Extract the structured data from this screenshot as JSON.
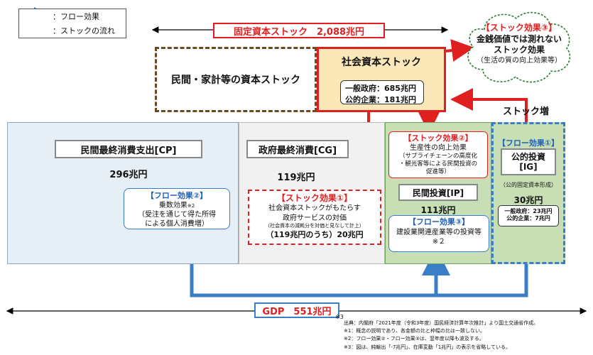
{
  "legend": {
    "flow_label": "：フロー効果",
    "stock_label": "：ストックの流れ"
  },
  "header": {
    "fixed_capital": "固定資本ストック　2,088兆円"
  },
  "private_stock": "民間・家計等の資本ストック",
  "social_stock": {
    "title": "社会資本ストック",
    "line1": "一般政府：685兆円",
    "line2": "公的企業：181兆円"
  },
  "stock3": {
    "title": "【ストック効果③】",
    "line1": "金銭価値では測れない",
    "line2": "ストック効果",
    "line3": "（生活の質の向上効果等）"
  },
  "stock_increase": "ストック増",
  "cp": {
    "title": "民間最終消費支出[CP]",
    "value": "296兆円",
    "flow2_title": "【フロー効果②】",
    "flow2_line1": "乗数効果",
    "flow2_note": "※2",
    "flow2_line2": "（受注を通じて得た所得",
    "flow2_line3": "による個人消費増）"
  },
  "cg": {
    "title": "政府最終消費[CG]",
    "value": "119兆円",
    "stock1_title": "【ストック効果①】",
    "stock1_line1": "社会資本ストックがもたらす",
    "stock1_line2": "政府サービスの対価",
    "stock1_line3": "（社会資本の減耗分を対価と見なして計上）",
    "stock1_line4": "（119兆円のうち）20兆円"
  },
  "ip": {
    "stock2_title": "【ストック効果②】",
    "stock2_line1": "生産性の向上効果",
    "stock2_line2": "（サプライチェーンの高度化",
    "stock2_line3": "・観光客等による民間投資の",
    "stock2_line4": "促進等）",
    "title": "民間投資[IP]",
    "value": "111兆円",
    "flow3_title": "【フロー効果③】",
    "flow3_line1": "建設業関連産業等の投資等",
    "flow3_note": "※２"
  },
  "ig": {
    "flow1_title": "【フロー効果①】",
    "title_line1": "公的投資",
    "title_line2": "[IG]",
    "sub": "（公的固定資本形成）",
    "value": "30兆円",
    "line1": "一般政府：23兆円",
    "line2": "公的企業：7兆円"
  },
  "gdp": {
    "label": "GDP　551兆円",
    "note": "※3"
  },
  "footnotes": {
    "source": "出典：内閣府「2021年度（令和3年度）国民経済計算年次推計」より国土交通省作成。",
    "n1": "※1：概念の説明であり、各金額の比と枠幅の比は一致しない。",
    "n2": "※2：フロー効果②・フロー効果③は、翌年度以降も波及する。",
    "n3": "※3：図は、純輸出「-7兆円」、在庫変動「1兆円」の表示を省略している。"
  },
  "colors": {
    "red": "#e02020",
    "blue": "#1f5fb8",
    "green": "#2e7d32",
    "brown": "#6b4a1e",
    "light_blue_bg": "#e6eef6",
    "green_bg": "#c8dfb5",
    "yellow_bg": "#fbe8b8"
  }
}
